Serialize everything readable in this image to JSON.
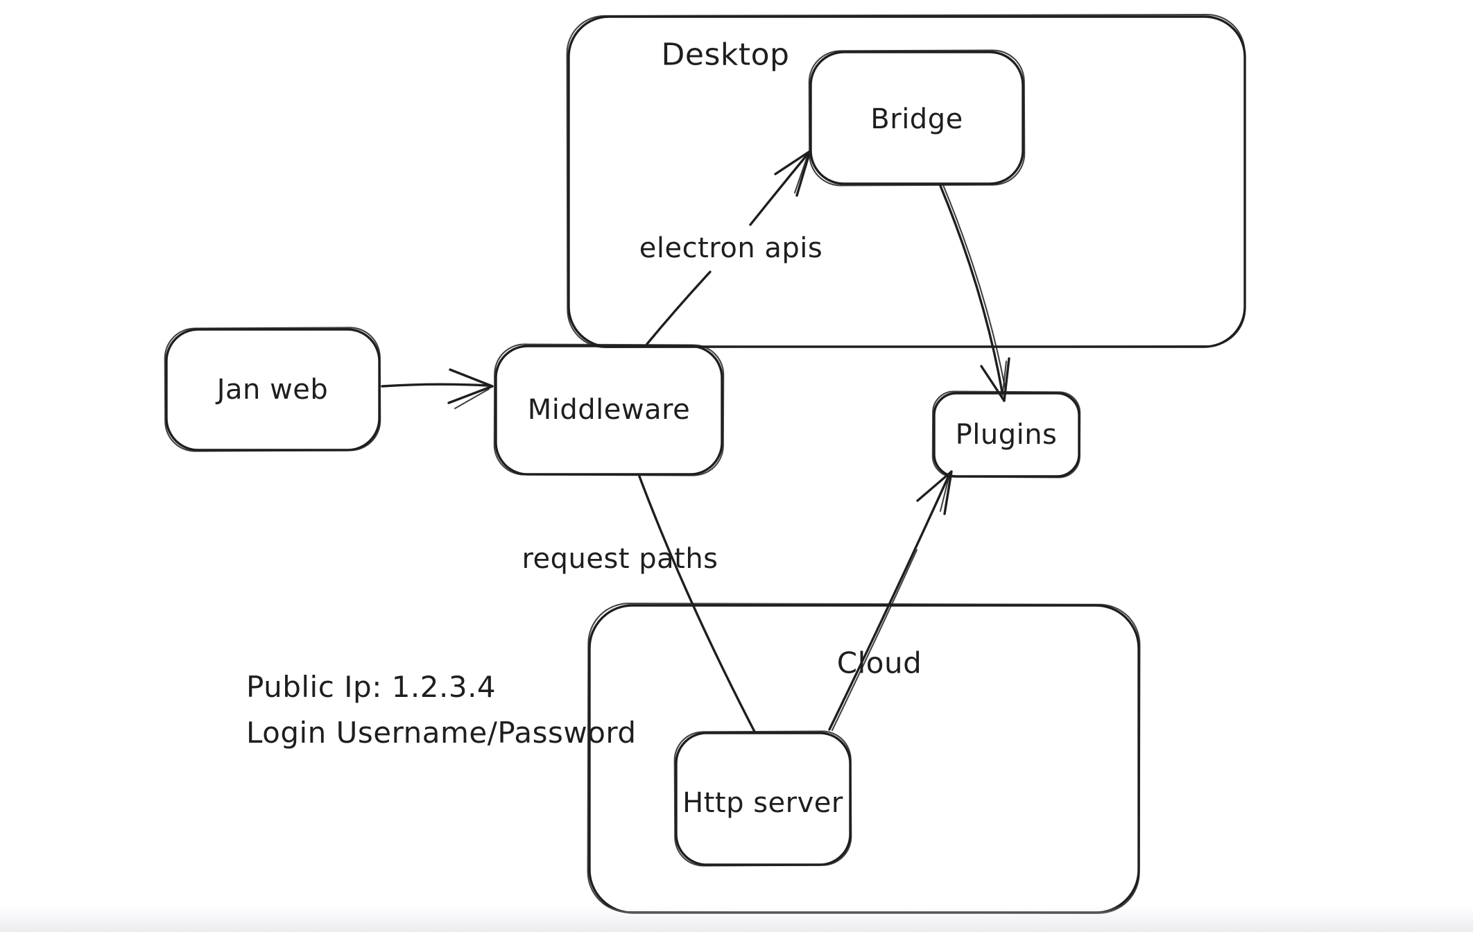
{
  "canvas": {
    "background": "#ffffff",
    "ink": "#1e1e1e",
    "bottom_fade": "#ececf0",
    "style": "hand-drawn whiteboard diagram"
  },
  "containers": {
    "desktop": {
      "label": "Desktop"
    },
    "cloud": {
      "label": "Cloud"
    }
  },
  "nodes": {
    "jan_web": {
      "label": "Jan web"
    },
    "middleware": {
      "label": "Middleware"
    },
    "bridge": {
      "label": "Bridge"
    },
    "plugins": {
      "label": "Plugins"
    },
    "http_server": {
      "label": "Http server"
    }
  },
  "edge_labels": {
    "electron_apis": "electron apis",
    "request_paths": "request paths"
  },
  "edges": [
    {
      "from": "Jan web",
      "to": "Middleware",
      "label": "",
      "arrowhead": "open"
    },
    {
      "from": "Middleware",
      "to": "Bridge",
      "label": "electron apis",
      "arrowhead": "open"
    },
    {
      "from": "Bridge",
      "to": "Plugins",
      "label": "",
      "arrowhead": "open"
    },
    {
      "from": "Middleware",
      "to": "Http server",
      "label": "request paths",
      "arrowhead": "none"
    },
    {
      "from": "Http server",
      "to": "Plugins",
      "label": "",
      "arrowhead": "open"
    }
  ],
  "annotations": {
    "line1": "Public Ip: 1.2.3.4",
    "line2": "Login Username/Password"
  }
}
